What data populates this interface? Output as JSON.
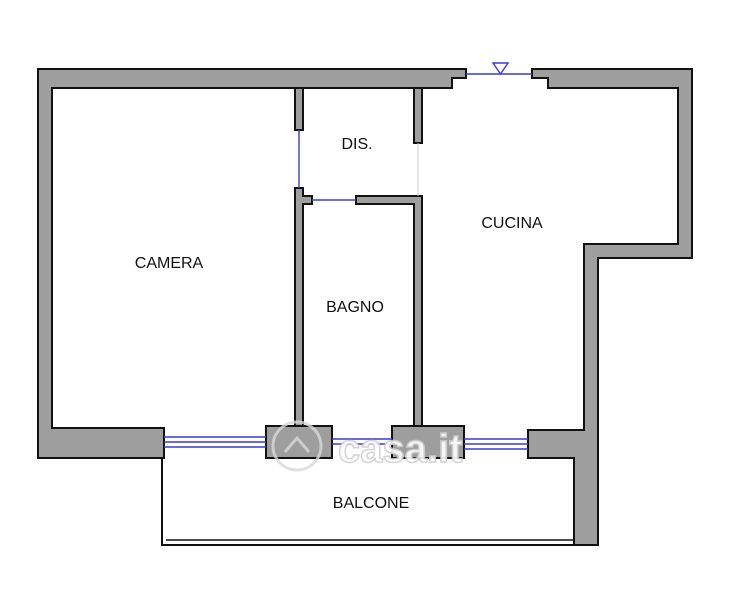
{
  "rooms": {
    "camera": "CAMERA",
    "dis": "DIS.",
    "cucina": "CUCINA",
    "bagno": "BAGNO",
    "balcone": "BALCONE"
  },
  "watermark": "casa.it",
  "colors": {
    "wall_fill": "#9e9e9e",
    "wall_outline": "#111111",
    "window_glass": "#3a3ad6"
  }
}
